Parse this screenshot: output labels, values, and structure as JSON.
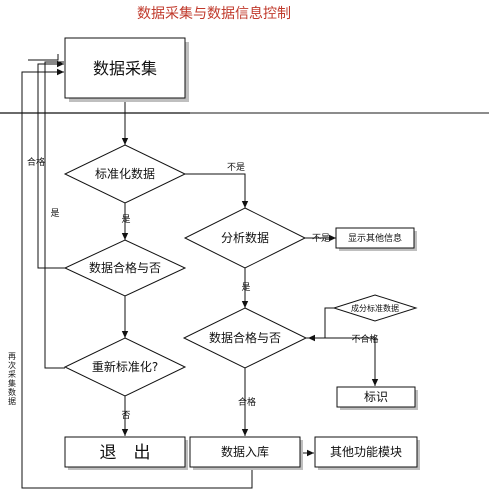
{
  "title": "数据采集与数据信息控制",
  "colors": {
    "title": "#c0392b",
    "line": "#111111",
    "box_shadow": "#bfbfbf"
  },
  "nodes": {
    "collect": "数据采集",
    "standardize": "标准化数据",
    "qualified1": "数据合格与否",
    "restandardize": "重新标准化?",
    "exit": "退　出",
    "analyze": "分析数据",
    "show_other": "显示其他信息",
    "qualified2": "数据合格与否",
    "standard_data": "成分标准数据",
    "mark": "标识",
    "store": "数据入库",
    "other_modules": "其他功能模块"
  },
  "edge_labels": {
    "not_yes_1": "不是",
    "yes_1": "是",
    "qualified_loop": "合格",
    "yes_loop": "是",
    "not_yes_2": "不是",
    "yes_2": "是",
    "unqualified": "不合格",
    "qualified_down": "合格",
    "no": "否",
    "recollect": "再次采集数据"
  }
}
